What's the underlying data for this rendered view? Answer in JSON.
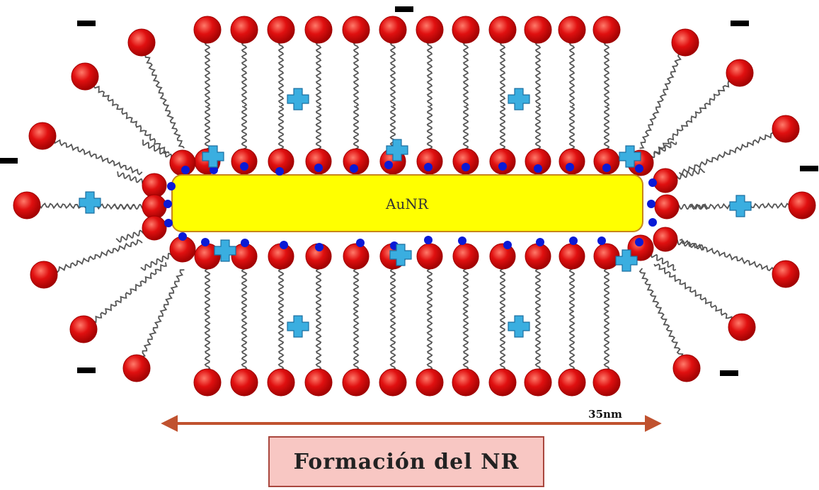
{
  "rod": {
    "label": "AuNR",
    "color": "#ffff00",
    "border": "#c8861a"
  },
  "scale": {
    "label": "35nm",
    "arrow_color": "#c0522f"
  },
  "title": {
    "label": "Formación del NR"
  },
  "colors": {
    "head": "#e01010",
    "head_dark": "#a00000",
    "tail": "#555555",
    "dot": "#0a1ad6",
    "plus": "#3aaee0",
    "minus": "#000000"
  },
  "symbols": {
    "plus": "positive-charge",
    "minus": "negative-charge"
  }
}
